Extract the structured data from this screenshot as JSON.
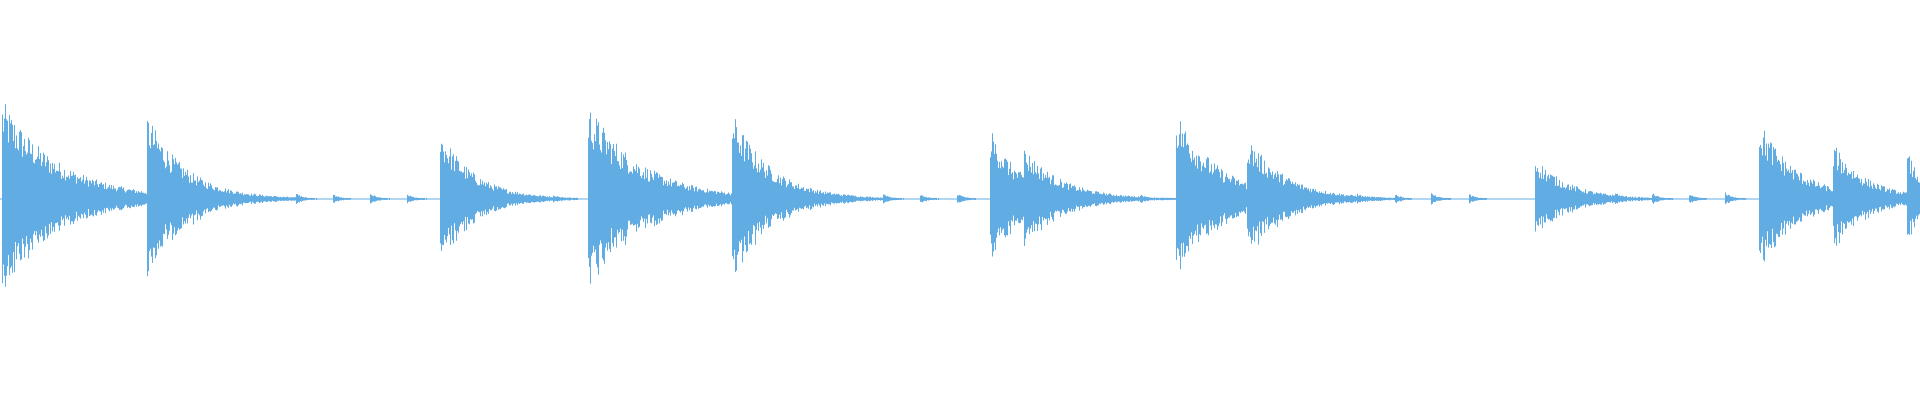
{
  "waveform": {
    "color": "#62ace4",
    "background": "#ffffff",
    "amplitude_range": [
      -1,
      1
    ],
    "duration_range": [
      0,
      1
    ],
    "events": [
      {
        "t": 0.001,
        "amp": 1.0,
        "decay": 0.03,
        "kind": "hit"
      },
      {
        "t": 0.0405,
        "amp": 0.06,
        "decay": 0.004,
        "kind": "tick"
      },
      {
        "t": 0.0585,
        "amp": 0.05,
        "decay": 0.004,
        "kind": "tick"
      },
      {
        "t": 0.0765,
        "amp": 0.86,
        "decay": 0.02,
        "kind": "hit"
      },
      {
        "t": 0.116,
        "amp": 0.06,
        "decay": 0.004,
        "kind": "tick"
      },
      {
        "t": 0.135,
        "amp": 0.05,
        "decay": 0.004,
        "kind": "tick"
      },
      {
        "t": 0.154,
        "amp": 0.06,
        "decay": 0.004,
        "kind": "tick"
      },
      {
        "t": 0.1735,
        "amp": 0.05,
        "decay": 0.004,
        "kind": "tick"
      },
      {
        "t": 0.1925,
        "amp": 0.06,
        "decay": 0.004,
        "kind": "tick"
      },
      {
        "t": 0.212,
        "amp": 0.05,
        "decay": 0.004,
        "kind": "tick"
      },
      {
        "t": 0.229,
        "amp": 0.7,
        "decay": 0.018,
        "kind": "hit"
      },
      {
        "t": 0.269,
        "amp": 0.06,
        "decay": 0.004,
        "kind": "tick"
      },
      {
        "t": 0.288,
        "amp": 0.05,
        "decay": 0.004,
        "kind": "tick"
      },
      {
        "t": 0.306,
        "amp": 0.96,
        "decay": 0.028,
        "kind": "hit"
      },
      {
        "t": 0.345,
        "amp": 0.07,
        "decay": 0.004,
        "kind": "tick"
      },
      {
        "t": 0.3645,
        "amp": 0.06,
        "decay": 0.004,
        "kind": "tick"
      },
      {
        "t": 0.3815,
        "amp": 0.88,
        "decay": 0.02,
        "kind": "hit"
      },
      {
        "t": 0.4215,
        "amp": 0.06,
        "decay": 0.004,
        "kind": "tick"
      },
      {
        "t": 0.441,
        "amp": 0.05,
        "decay": 0.004,
        "kind": "tick"
      },
      {
        "t": 0.46,
        "amp": 0.06,
        "decay": 0.004,
        "kind": "tick"
      },
      {
        "t": 0.479,
        "amp": 0.05,
        "decay": 0.004,
        "kind": "tick"
      },
      {
        "t": 0.4985,
        "amp": 0.06,
        "decay": 0.004,
        "kind": "tick"
      },
      {
        "t": 0.5155,
        "amp": 0.72,
        "decay": 0.016,
        "kind": "hit"
      },
      {
        "t": 0.5335,
        "amp": 0.52,
        "decay": 0.02,
        "kind": "hit"
      },
      {
        "t": 0.574,
        "amp": 0.06,
        "decay": 0.004,
        "kind": "tick"
      },
      {
        "t": 0.5935,
        "amp": 0.05,
        "decay": 0.004,
        "kind": "tick"
      },
      {
        "t": 0.6125,
        "amp": 0.9,
        "decay": 0.022,
        "kind": "hit"
      },
      {
        "t": 0.6495,
        "amp": 0.64,
        "decay": 0.02,
        "kind": "hit"
      },
      {
        "t": 0.688,
        "amp": 0.07,
        "decay": 0.004,
        "kind": "tick"
      },
      {
        "t": 0.707,
        "amp": 0.06,
        "decay": 0.004,
        "kind": "tick"
      },
      {
        "t": 0.7265,
        "amp": 0.05,
        "decay": 0.004,
        "kind": "tick"
      },
      {
        "t": 0.7455,
        "amp": 0.06,
        "decay": 0.004,
        "kind": "tick"
      },
      {
        "t": 0.765,
        "amp": 0.05,
        "decay": 0.004,
        "kind": "tick"
      },
      {
        "t": 0.7995,
        "amp": 0.42,
        "decay": 0.018,
        "kind": "hit"
      },
      {
        "t": 0.841,
        "amp": 0.07,
        "decay": 0.004,
        "kind": "tick"
      },
      {
        "t": 0.8605,
        "amp": 0.06,
        "decay": 0.004,
        "kind": "tick"
      },
      {
        "t": 0.8795,
        "amp": 0.05,
        "decay": 0.004,
        "kind": "tick"
      },
      {
        "t": 0.8985,
        "amp": 0.07,
        "decay": 0.004,
        "kind": "tick"
      },
      {
        "t": 0.916,
        "amp": 0.8,
        "decay": 0.02,
        "kind": "hit"
      },
      {
        "t": 0.9545,
        "amp": 0.56,
        "decay": 0.018,
        "kind": "hit"
      },
      {
        "t": 0.993,
        "amp": 0.48,
        "decay": 0.01,
        "kind": "hit"
      }
    ]
  }
}
